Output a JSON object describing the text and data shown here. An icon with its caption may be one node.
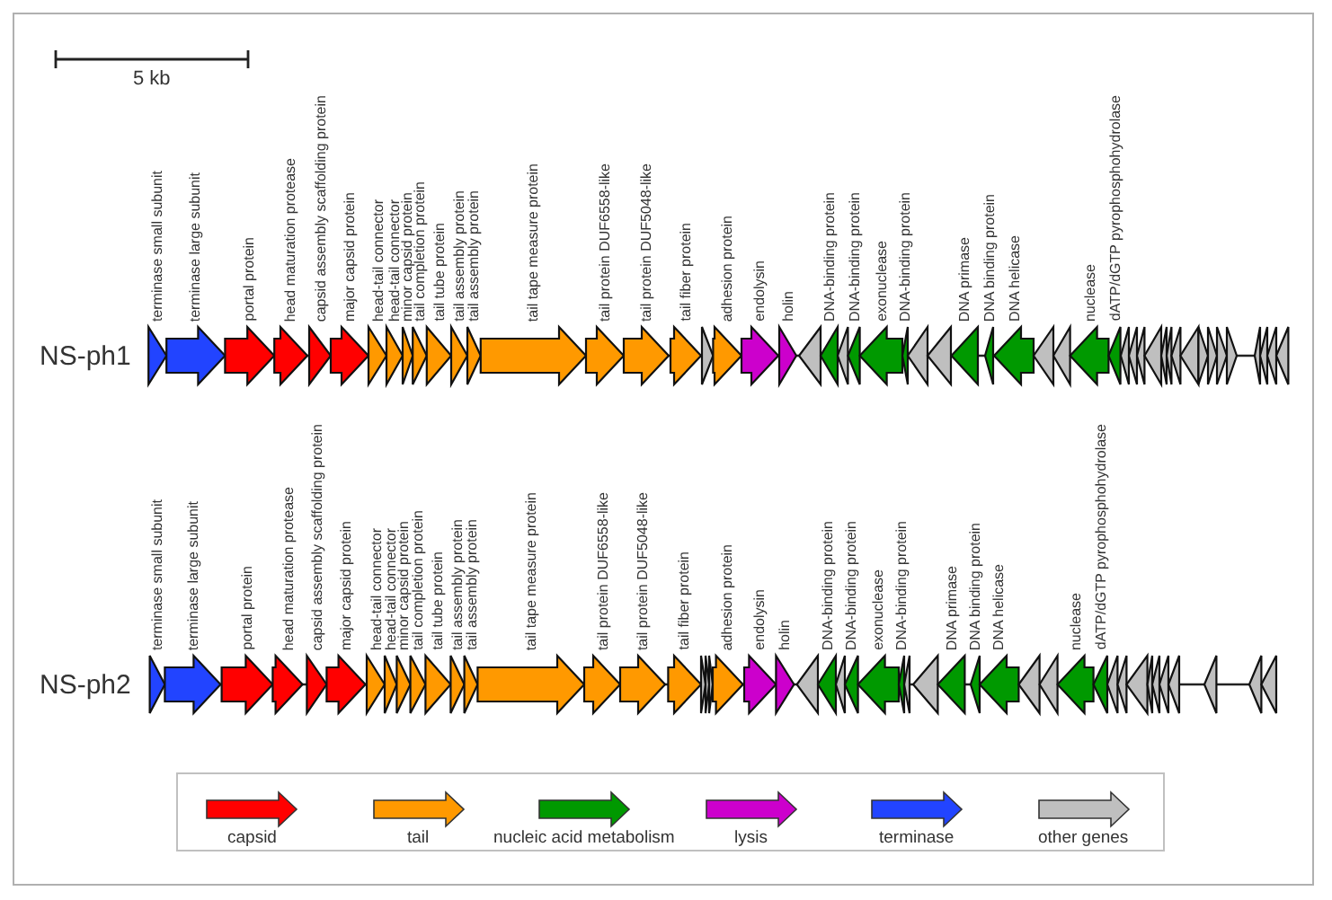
{
  "diagram": {
    "labels": [
      "5 kb",
      "NS-ph1",
      "terminase small subunit",
      "terminase large subunit",
      "portal protein",
      "head maturation protease",
      "capsid assembly scaffolding protein",
      "major capsid protein",
      "head-tail connector",
      "head-tail connector",
      "minor capsid protein",
      "tail completion protein",
      "tail tube protein",
      "tail assembly protein",
      "tail assembly protein",
      "tail tape measure protein",
      "tail protein DUF6558-like",
      "tail protein DUF5048-like",
      "tail fiber protein",
      "adhesion protein",
      "endolysin",
      "holin",
      "DNA-binding protein",
      "DNA-binding protein",
      "exonuclease",
      "DNA-binding protein",
      "DNA primase",
      "DNA binding protein",
      "DNA helicase",
      "nuclease",
      "dATP/dGTP pyrophosphohydrolase",
      "NS-ph2",
      "terminase small subunit",
      "terminase large subunit",
      "portal protein",
      "head maturation protease",
      "capsid assembly scaffolding protein",
      "major capsid protein",
      "head-tail connector",
      "head-tail connector",
      "minor capsid protein",
      "tail completion protein",
      "tail tube protein",
      "tail assembly protein",
      "tail assembly protein",
      "tail tape measure protein",
      "tail protein DUF6558-like",
      "tail protein DUF5048-like",
      "tail fiber protein",
      "adhesion protein",
      "endolysin",
      "holin",
      "DNA-binding protein",
      "DNA-binding protein",
      "exonuclease",
      "DNA-binding protein",
      "DNA primase",
      "DNA binding protein",
      "DNA helicase",
      "nuclease",
      "dATP/dGTP pyrophosphohydrolase"
    ],
    "legend": [
      {
        "text": "capsid",
        "color": "#ff0000"
      },
      {
        "text": "tail",
        "color": "#ff9900"
      },
      {
        "text": "nucleic acid metabolism",
        "color": "#009900"
      },
      {
        "text": "lysis",
        "color": "#cc00cc"
      },
      {
        "text": "terminase",
        "color": "#2244ff"
      },
      {
        "text": "other genes",
        "color": "#bfbfbf"
      }
    ]
  }
}
